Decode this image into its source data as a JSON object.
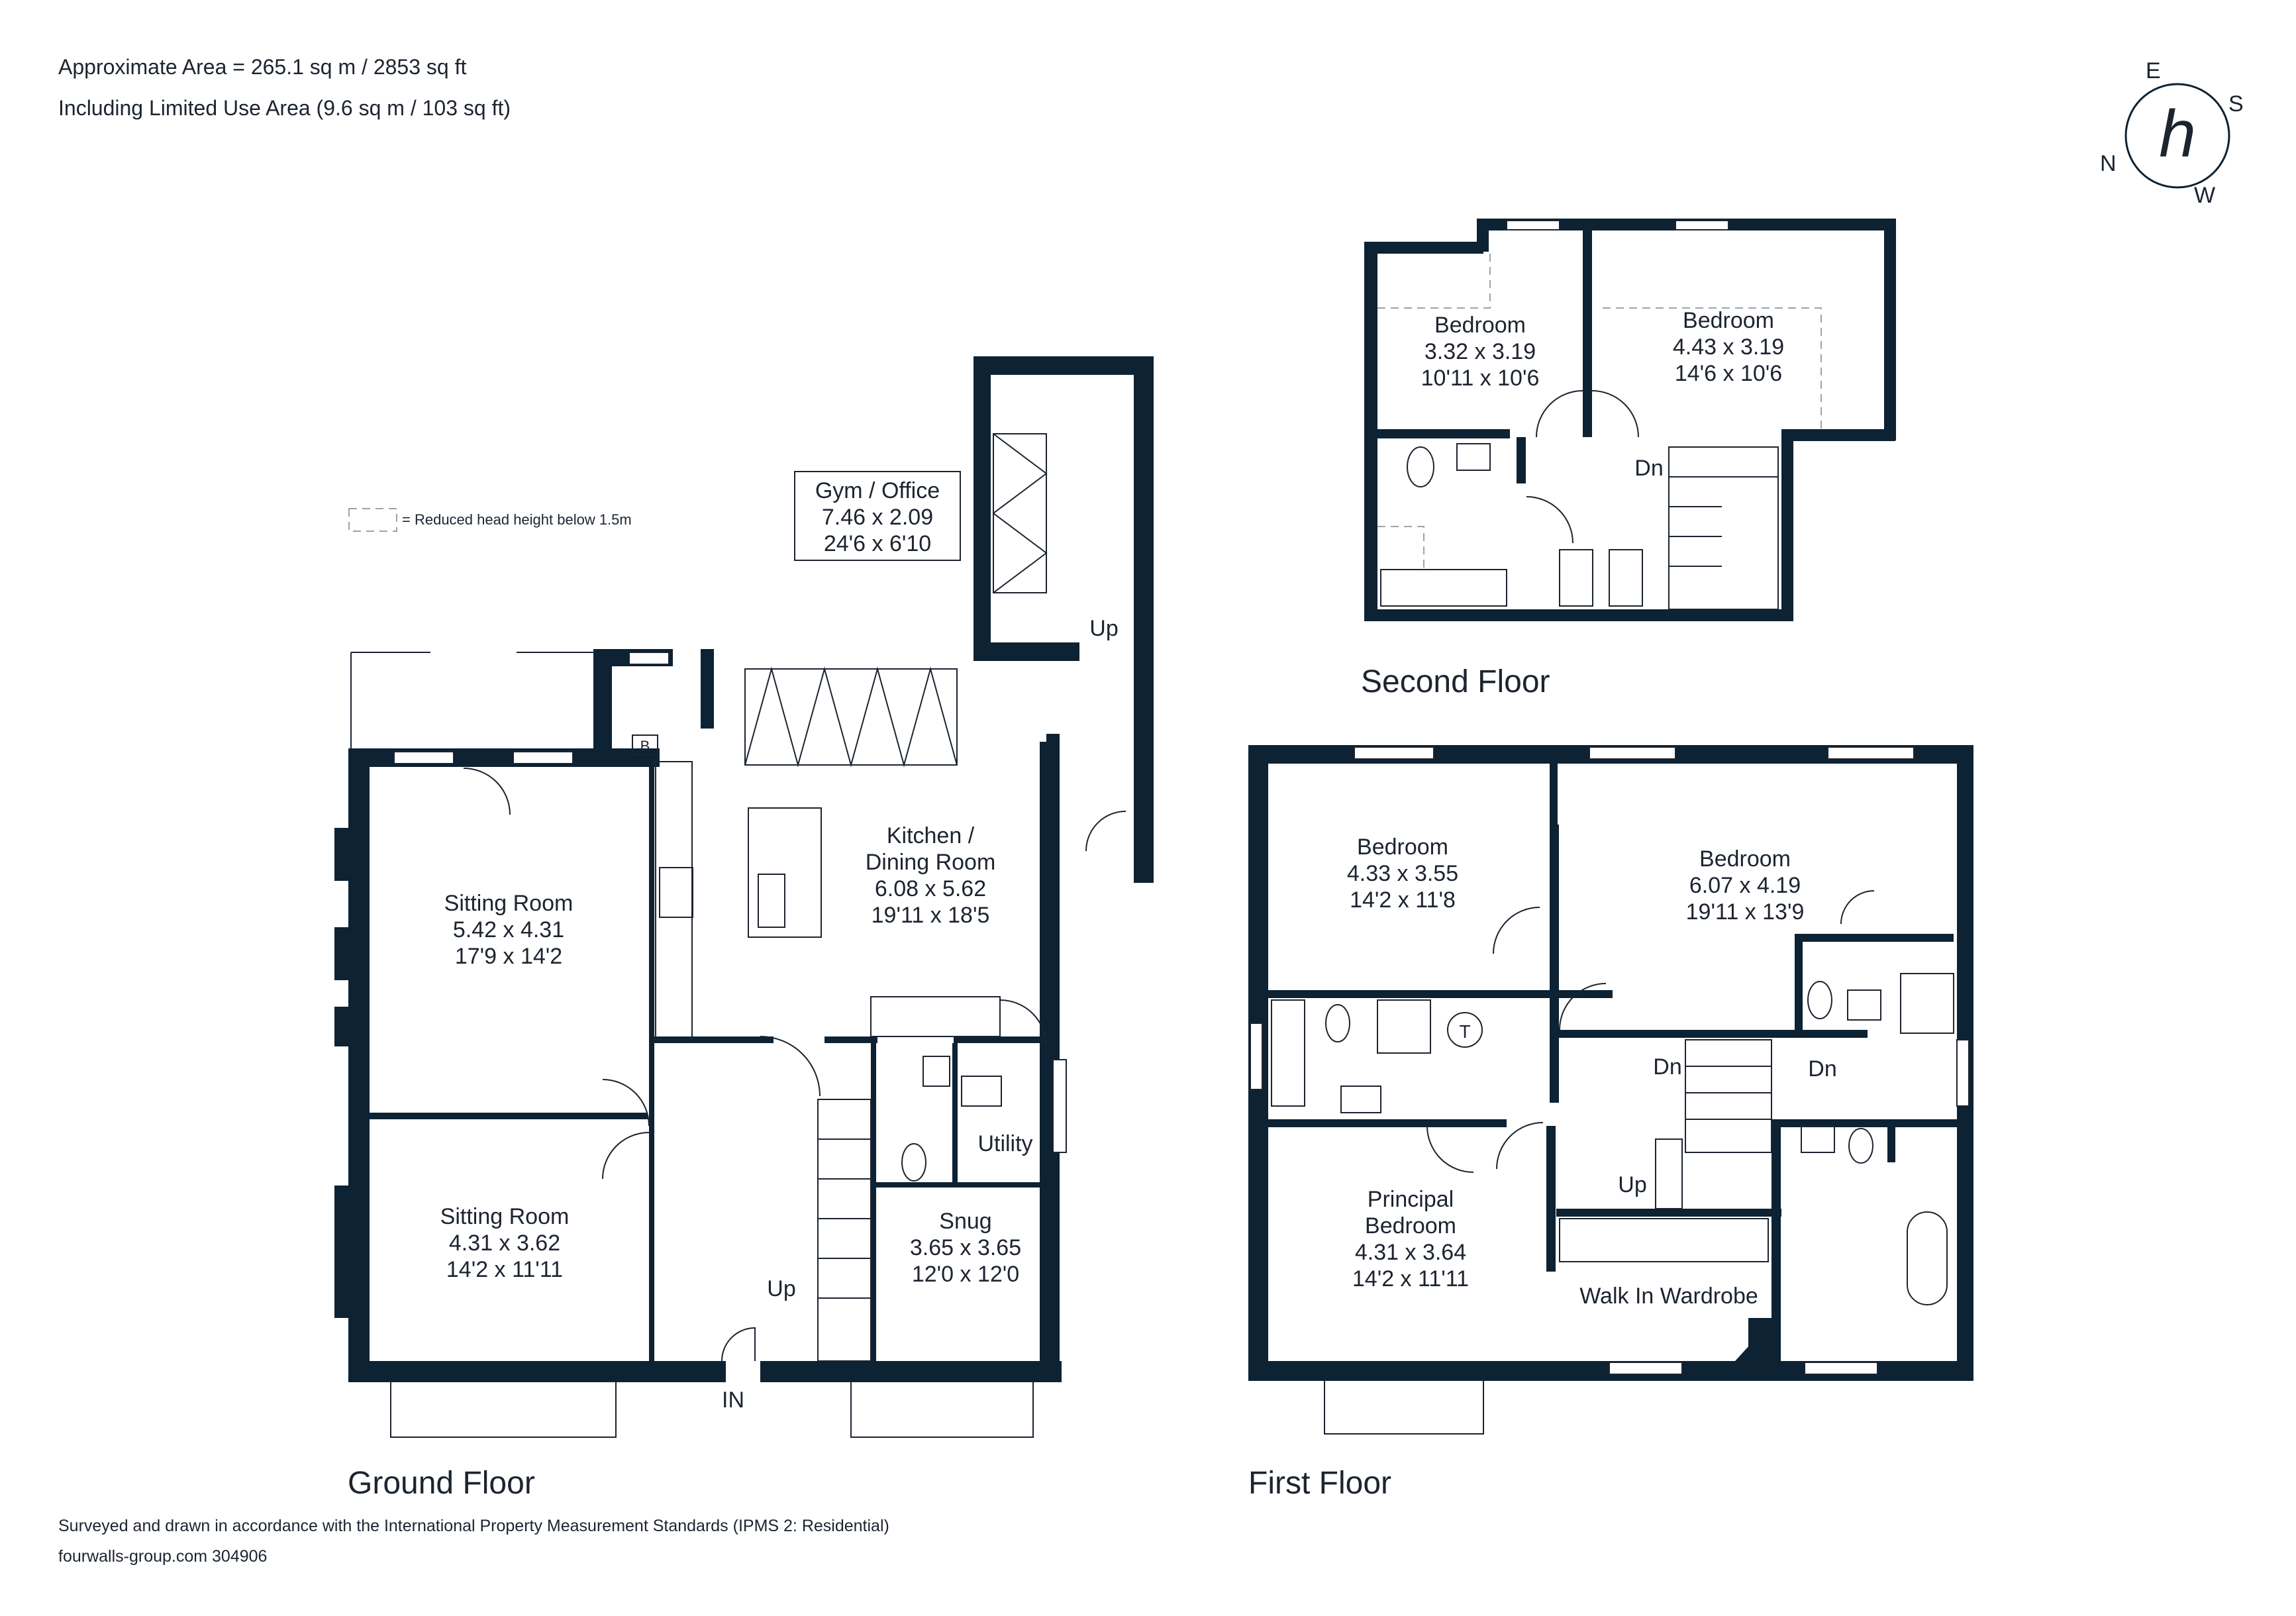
{
  "header": {
    "area_line": "Approximate Area = 265.1 sq m / 2853 sq ft",
    "limited_use_line": "Including Limited Use Area (9.6 sq m / 103 sq ft)"
  },
  "legend": {
    "reduced_height_label": "= Reduced head height below 1.5m"
  },
  "compass": {
    "north": "N",
    "east": "E",
    "south": "S",
    "west": "W",
    "logo_letter": "h"
  },
  "floors": {
    "ground": "Ground Floor",
    "first": "First Floor",
    "second": "Second Floor"
  },
  "rooms": {
    "gym": [
      "Gym / Office",
      "7.46 x 2.09",
      "24'6 x 6'10"
    ],
    "kitchen": [
      "Kitchen /",
      "Dining Room",
      "6.08 x 5.62",
      "19'11 x 18'5"
    ],
    "sitting1": [
      "Sitting Room",
      "5.42 x 4.31",
      "17'9 x 14'2"
    ],
    "sitting2": [
      "Sitting Room",
      "4.31 x 3.62",
      "14'2 x 11'11"
    ],
    "snug": [
      "Snug",
      "3.65 x 3.65",
      "12'0 x 12'0"
    ],
    "utility": [
      "Utility"
    ],
    "bed2a": [
      "Bedroom",
      "3.32 x 3.19",
      "10'11 x 10'6"
    ],
    "bed2b": [
      "Bedroom",
      "4.43 x 3.19",
      "14'6 x 10'6"
    ],
    "bed1a": [
      "Bedroom",
      "4.33 x 3.55",
      "14'2 x 11'8"
    ],
    "bed1b": [
      "Bedroom",
      "6.07 x 4.19",
      "19'11 x 13'9"
    ],
    "principal": [
      "Principal",
      "Bedroom",
      "4.31 x 3.64",
      "14'2 x 11'11"
    ],
    "wardrobe": [
      "Walk In Wardrobe"
    ]
  },
  "labels": {
    "up_gym": "Up",
    "up_hall": "Up",
    "in": "IN",
    "dn_second": "Dn",
    "dn_first_a": "Dn",
    "dn_first_b": "Dn",
    "up_first": "Up",
    "boiler": "B",
    "tank": "T"
  },
  "footer": {
    "standards": "Surveyed and drawn in accordance with the International Property Measurement Standards (IPMS 2: Residential)",
    "reference": "fourwalls-group.com 304906"
  },
  "colors": {
    "wall": "#0d2233",
    "text": "#1c2430",
    "compass_accent": "#e8616d"
  }
}
